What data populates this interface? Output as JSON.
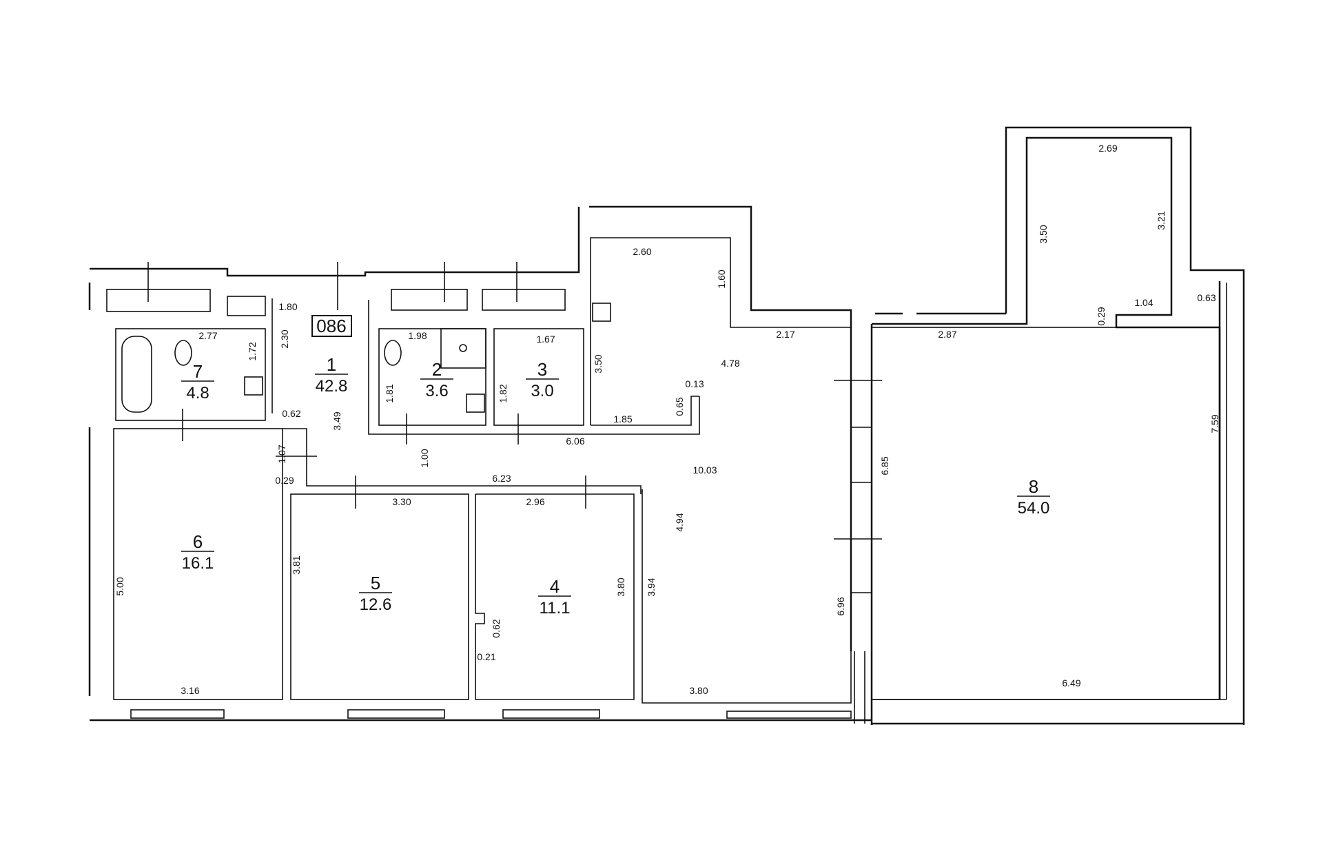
{
  "plan_code": "086",
  "rooms": [
    {
      "number": "1",
      "area": "42.8"
    },
    {
      "number": "2",
      "area": "3.6"
    },
    {
      "number": "3",
      "area": "3.0"
    },
    {
      "number": "4",
      "area": "11.1"
    },
    {
      "number": "5",
      "area": "12.6"
    },
    {
      "number": "6",
      "area": "16.1"
    },
    {
      "number": "7",
      "area": "4.8"
    },
    {
      "number": "8",
      "area": "54.0"
    }
  ],
  "dimensions": [
    "2.77",
    "1.72",
    "1.80",
    "2.30",
    "1.98",
    "1.81",
    "1.82",
    "1.67",
    "2.60",
    "1.60",
    "3.50",
    "0.65",
    "0.13",
    "1.85",
    "4.78",
    "2.17",
    "2.87",
    "2.69",
    "3.50",
    "3.21",
    "0.29",
    "1.04",
    "0.63",
    "7.59",
    "0.62",
    "3.49",
    "1.07",
    "0.29",
    "1.00",
    "6.06",
    "10.03",
    "6.23",
    "3.30",
    "2.96",
    "4.94",
    "6.85",
    "5.00",
    "3.81",
    "3.80",
    "3.94",
    "0.62",
    "0.21",
    "6.96",
    "3.16",
    "3.80",
    "6.49"
  ]
}
